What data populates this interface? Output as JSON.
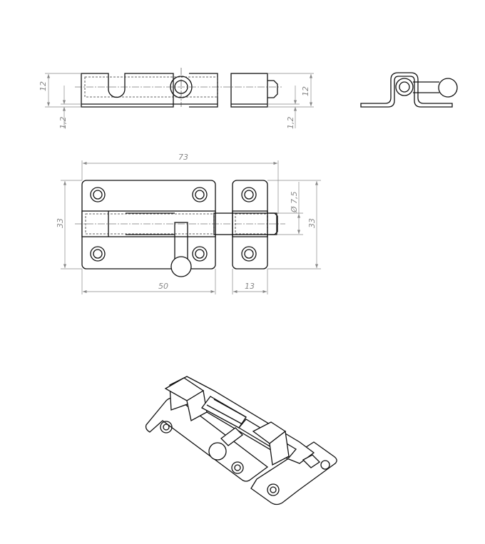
{
  "drawing": {
    "top_view": {
      "dim_height_left": "12",
      "dim_thickness_left": "1,2",
      "dim_height_right": "12",
      "dim_thickness_right": "1,2"
    },
    "front_view": {
      "dim_overall_length": "73",
      "dim_bolt_diameter": "Ø 7,5",
      "dim_height_left": "33",
      "dim_height_right": "33",
      "dim_plate_length": "50",
      "dim_strike_length": "13"
    }
  }
}
